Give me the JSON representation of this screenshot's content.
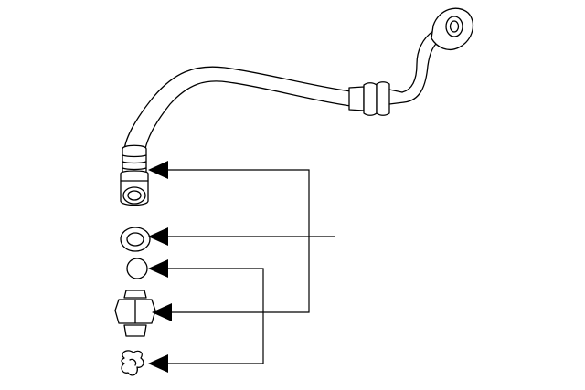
{
  "diagram": {
    "kind": "exploded-parts",
    "parts": [
      {
        "id": "oil-return-hose",
        "icon": "hose-with-banjo-end"
      },
      {
        "id": "sealing-ring",
        "icon": "ring"
      },
      {
        "id": "o-ring",
        "icon": "small-circle"
      },
      {
        "id": "union-bolt",
        "icon": "hex-fitting"
      },
      {
        "id": "retaining-clip",
        "icon": "clip"
      }
    ],
    "callouts": [
      {
        "from": "hose-end-fitting",
        "group": "A"
      },
      {
        "from": "sealing-ring",
        "group": "main"
      },
      {
        "from": "o-ring",
        "group": "B"
      },
      {
        "from": "union-bolt",
        "group": "A"
      },
      {
        "from": "retaining-clip",
        "group": "B"
      }
    ],
    "colors": {
      "ink": "#000000",
      "paper": "#ffffff"
    }
  }
}
